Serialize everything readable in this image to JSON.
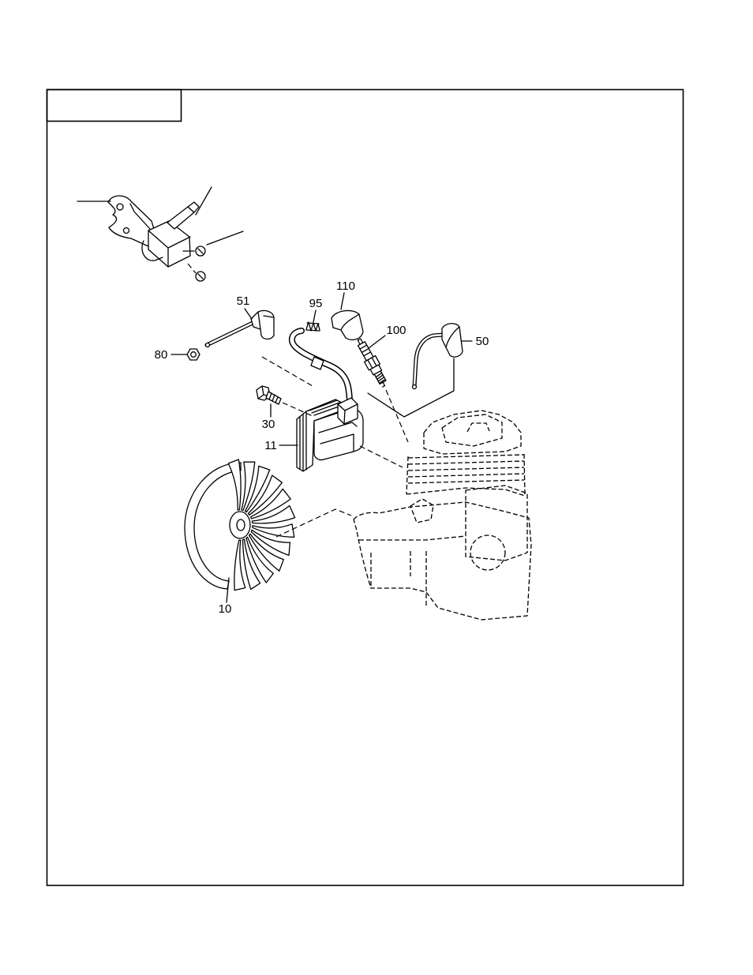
{
  "callouts": [
    {
      "text": "110"
    },
    {
      "text": "95"
    },
    {
      "text": "51"
    },
    {
      "text": "100"
    },
    {
      "text": "50"
    },
    {
      "text": "80"
    },
    {
      "text": "30"
    },
    {
      "text": "11"
    },
    {
      "text": "10"
    }
  ]
}
